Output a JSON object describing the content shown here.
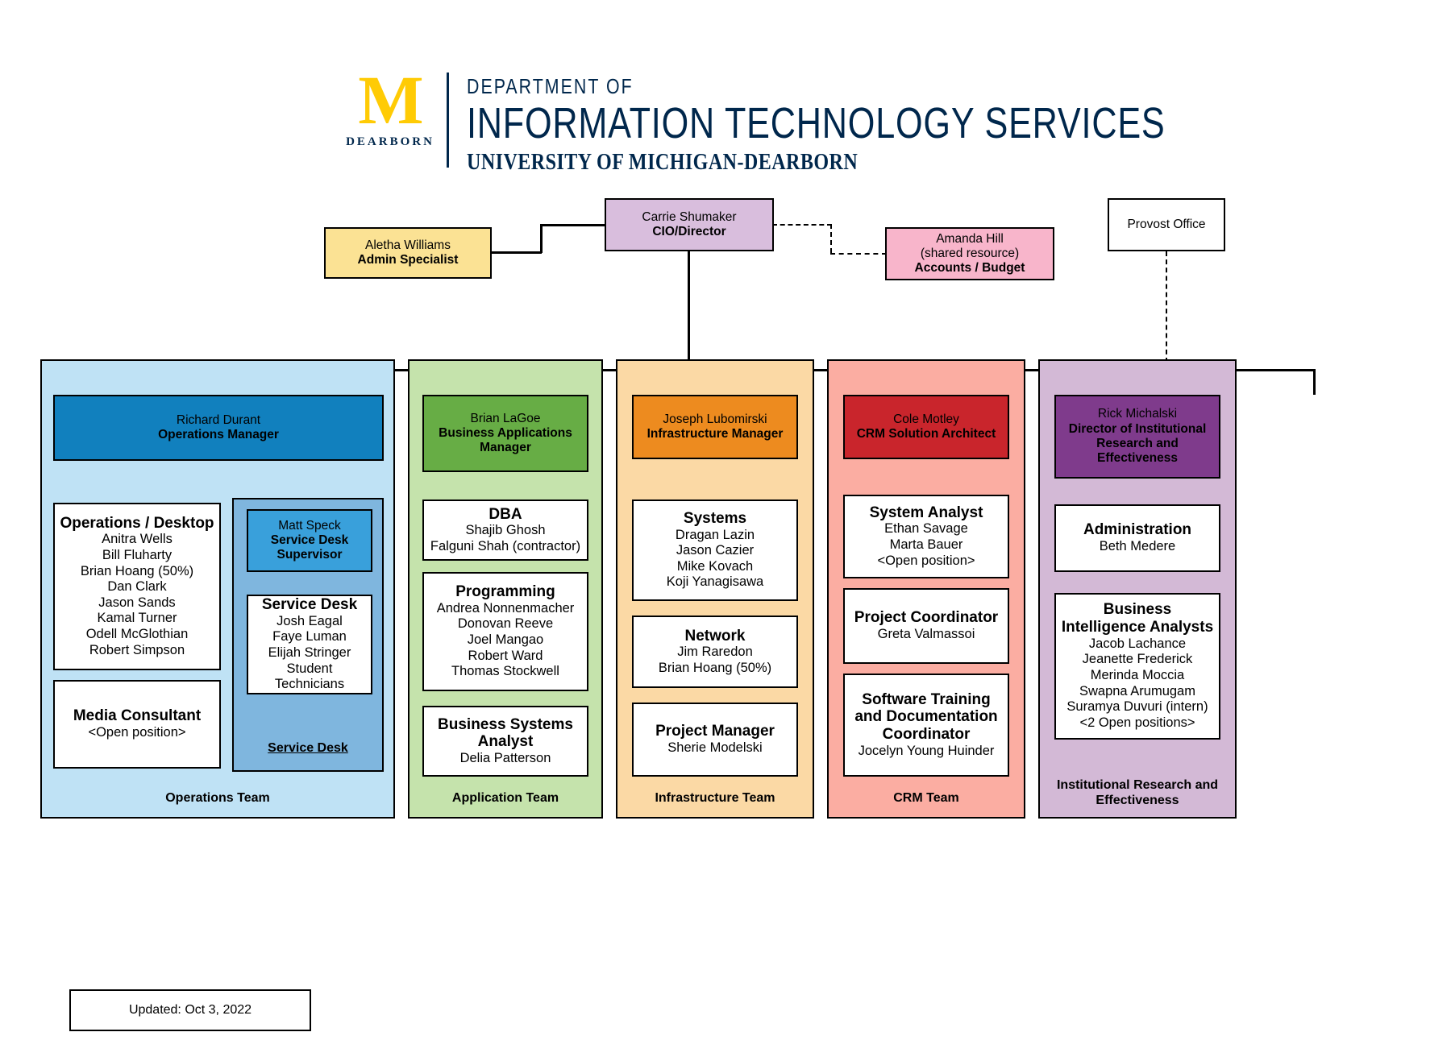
{
  "header": {
    "logo_m": "M",
    "logo_dearborn": "DEARBORN",
    "line1": "DEPARTMENT OF",
    "line2": "INFORMATION TECHNOLOGY SERVICES",
    "line3": "UNIVERSITY OF MICHIGAN-DEARBORN"
  },
  "top": {
    "cio": {
      "name": "Carrie Shumaker",
      "title": "CIO/Director",
      "color": "#D9BEDD"
    },
    "admin": {
      "name": "Aletha Williams",
      "title": "Admin Specialist",
      "color": "#FBE294"
    },
    "budget": {
      "name": "Amanda Hill",
      "note": "(shared resource)",
      "title": "Accounts / Budget",
      "color": "#F8B5CB"
    },
    "provost": {
      "name": "Provost Office",
      "color": "#FFFFFF"
    }
  },
  "columns": {
    "operations": {
      "color": "#BFE2F5",
      "head_color": "#1180BE",
      "head": {
        "name": "Richard Durant",
        "title": "Operations Manager"
      },
      "team_label": "Operations Team",
      "desktop": {
        "title": "Operations / Desktop",
        "people": "Anitra Wells\nBill Fluharty\nBrian Hoang (50%)\nDan Clark\nJason Sands\nKamal Turner\nOdell McGlothian\nRobert Simpson"
      },
      "media": {
        "title": "Media Consultant",
        "people": "<Open position>"
      },
      "service_desk_panel": {
        "panel_color": "#7FB6DE",
        "supervisor": {
          "name": "Matt Speck",
          "title": "Service Desk Supervisor",
          "color": "#39A0DB"
        },
        "desk": {
          "title": "Service Desk",
          "people": "Josh Eagal\nFaye Luman\nElijah Stringer\nStudent Technicians"
        },
        "panel_label": "Service Desk"
      }
    },
    "application": {
      "color": "#C5E3AC",
      "head_color": "#67AD45",
      "head": {
        "name": "Brian LaGoe",
        "title": "Business Applications Manager"
      },
      "team_label": "Application Team",
      "cards": [
        {
          "title": "DBA",
          "people": "Shajib Ghosh\nFalguni Shah (contractor)"
        },
        {
          "title": "Programming",
          "people": "Andrea Nonnenmacher\nDonovan Reeve\nJoel Mangao\nRobert Ward\nThomas Stockwell"
        },
        {
          "title": "Business Systems Analyst",
          "people": "Delia Patterson"
        }
      ]
    },
    "infrastructure": {
      "color": "#FBD9A5",
      "head_color": "#ED8B1F",
      "head": {
        "name": "Joseph Lubomirski",
        "title": "Infrastructure Manager"
      },
      "team_label": "Infrastructure Team",
      "cards": [
        {
          "title": "Systems",
          "people": "Dragan Lazin\nJason Cazier\nMike Kovach\nKoji Yanagisawa"
        },
        {
          "title": "Network",
          "people": "Jim Raredon\nBrian Hoang (50%)"
        },
        {
          "title": "Project Manager",
          "people": "Sherie Modelski"
        }
      ]
    },
    "crm": {
      "color": "#FBADA2",
      "head_color": "#C9252C",
      "head": {
        "name": "Cole Motley",
        "title": "CRM Solution Architect"
      },
      "team_label": "CRM Team",
      "cards": [
        {
          "title": "System Analyst",
          "people": "Ethan Savage\nMarta Bauer\n<Open position>"
        },
        {
          "title": "Project Coordinator",
          "people": "Greta Valmassoi"
        },
        {
          "title": "Software Training and Documentation Coordinator",
          "people": "Jocelyn Young Huinder"
        }
      ]
    },
    "institutional_research": {
      "color": "#D3B9D6",
      "head_color": "#7F3B8C",
      "head": {
        "name": "Rick Michalski",
        "title": "Director of Institutional Research and Effectiveness"
      },
      "team_label": "Institutional Research and Effectiveness",
      "cards": [
        {
          "title": "Administration",
          "people": "Beth Medere"
        },
        {
          "title": "Business Intelligence Analysts",
          "people": "Jacob Lachance\nJeanette Frederick\nMerinda Moccia\nSwapna Arumugam\nSuramya Duvuri (intern)\n<2 Open positions>"
        }
      ]
    }
  },
  "footer": {
    "updated": "Updated: Oct 3, 2022"
  }
}
